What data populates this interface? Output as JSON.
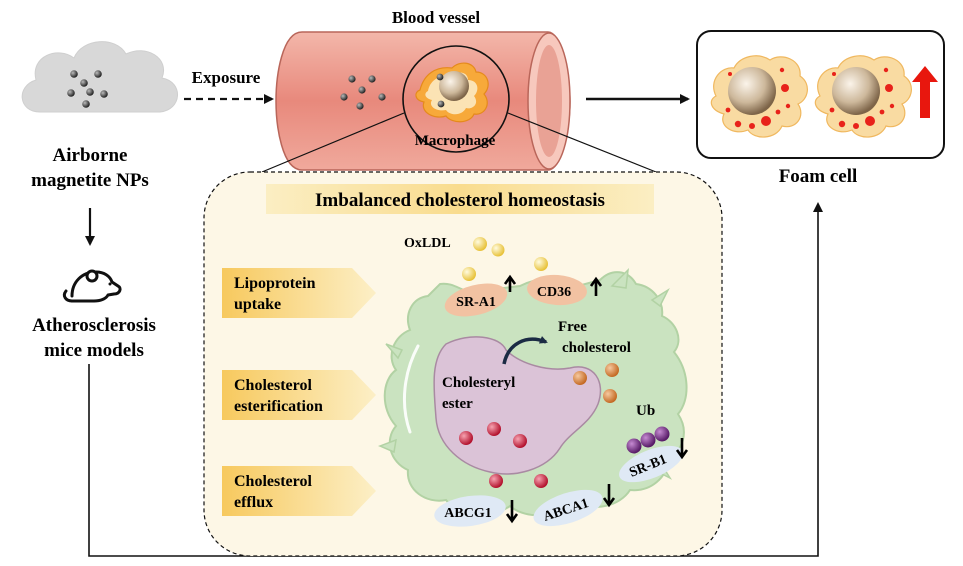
{
  "source": {
    "line1": "Airborne",
    "line2": "magnetite NPs"
  },
  "exposure_label": "Exposure",
  "vessel": {
    "title": "Blood vessel",
    "macrophage_label": "Macrophage"
  },
  "mice": {
    "line1": "Atherosclerosis",
    "line2": "mice models"
  },
  "foam_cell": {
    "label": "Foam cell"
  },
  "panel": {
    "title": "Imbalanced cholesterol homeostasis",
    "steps": [
      {
        "line1": "Lipoprotein",
        "line2": "uptake"
      },
      {
        "line1": "Cholesterol",
        "line2": "esterification"
      },
      {
        "line1": "Cholesterol",
        "line2": "efflux"
      }
    ],
    "labels": {
      "oxldl": "OxLDL",
      "free_line1": "Free",
      "free_line2": "cholesterol",
      "ester_line1": "Cholesteryl",
      "ester_line2": "ester",
      "ub": "Ub"
    },
    "receptors": {
      "sr_a1": "SR-A1",
      "cd36": "CD36",
      "sr_b1": "SR-B1",
      "abcg1": "ABCG1",
      "abca1": "ABCA1"
    }
  },
  "colors": {
    "vessel": "#e9968a",
    "lumen": "#f6c3b8",
    "cell_body": "#c9e2bf",
    "foam_cell": "#f8d8a0",
    "lipid_dot": "#e8221a",
    "panel_bg": "#fcf6e4",
    "step_arrow": "#f7d27a",
    "title_banner": "#fae6a8",
    "receptor_orange": "#f2c2a2",
    "receptor_blue": "#dfe9f5",
    "nucleus": "#dcc3d6",
    "up_arrow": "#e8170e",
    "ub_purple": "#7a2f8c"
  }
}
